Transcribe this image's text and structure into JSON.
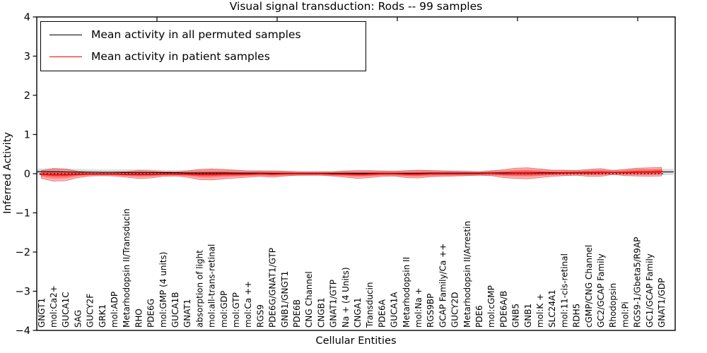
{
  "title": "Visual signal transduction: Rods -- 99 samples",
  "legend": {
    "items": [
      {
        "label": "Mean activity in all permuted samples",
        "color": "#000000"
      },
      {
        "label": "Mean activity in patient samples",
        "color": "#ff0000"
      }
    ]
  },
  "chart_data": {
    "type": "line",
    "title": "Visual signal transduction: Rods -- 99 samples",
    "xlabel": "Cellular Entities",
    "ylabel": "Inferred Activity",
    "ylim": [
      -4,
      4
    ],
    "yticks": [
      -4,
      -3,
      -2,
      -1,
      0,
      1,
      2,
      3,
      4
    ],
    "xticks": [
      10,
      20,
      30,
      40,
      50
    ],
    "grid": false,
    "legend_position": "upper left",
    "baseline": {
      "value": 0,
      "style": "dotted",
      "color": "#000000"
    },
    "categories": [
      "GNGT1",
      "mol:Ca2+",
      "GUCA1C",
      "SAG",
      "GUCY2F",
      "GRK1",
      "mol:ADP",
      "Metarhodopsin II/Transducin",
      "RHO",
      "PDE6G",
      "mol:GMP (4 units)",
      "GUCA1B",
      "GNAT1",
      "absorption of light",
      "mol:all-trans-retinal",
      "mol:GDP",
      "mol:GTP",
      "mol:Ca ++",
      "RGS9",
      "PDE6G/GNAT1/GTP",
      "GNB1/GNGT1",
      "PDE6B",
      "CNG Channel",
      "CNGB1",
      "GNAT1/GTP",
      "Na + (4 Units)",
      "CNGA1",
      "Transducin",
      "PDE6A",
      "GUCA1A",
      "Metarhodopsin II",
      "mol:Na +",
      "RGS9BP",
      "GCAP Family/Ca ++",
      "GUCY2D",
      "Metarhodopsin II/Arrestin",
      "PDE6",
      "mol:cGMP",
      "PDE6A/B",
      "GNB5",
      "GNB1",
      "mol:K +",
      "SLC24A1",
      "mol:11-cis-retinal",
      "RDH5",
      "cGMP/CNG Channel",
      "GC2/GCAP Family",
      "Rhodopsin",
      "mol:Pi",
      "RGS9-1/Gbeta5/R9AP",
      "GC1/GCAP Family",
      "GNAT1/GDP"
    ],
    "series": [
      {
        "name": "Mean activity in all permuted samples",
        "color": "#000000",
        "style": "solid",
        "band_color": "#bbbbbb",
        "values": [
          0.05,
          0.05,
          0.045,
          0.04,
          0.04,
          0.035,
          0.035,
          0.03,
          0.03,
          0.03,
          0.025,
          0.025,
          0.02,
          0.02,
          0.02,
          0.02,
          0.015,
          0.015,
          0.015,
          0.01,
          0.01,
          0.01,
          0.01,
          0.01,
          0.01,
          0.01,
          0.01,
          0.01,
          0.01,
          0.01,
          0.01,
          0.01,
          0.015,
          0.015,
          0.015,
          0.015,
          0.015,
          0.02,
          0.02,
          0.02,
          0.02,
          0.025,
          0.025,
          0.025,
          0.03,
          0.03,
          0.03,
          0.035,
          0.035,
          0.04,
          0.04,
          0.045
        ],
        "band_halfwidth": [
          0.08,
          0.09,
          0.08,
          0.08,
          0.07,
          0.07,
          0.07,
          0.08,
          0.08,
          0.08,
          0.07,
          0.07,
          0.07,
          0.08,
          0.08,
          0.08,
          0.08,
          0.07,
          0.07,
          0.07,
          0.07,
          0.07,
          0.06,
          0.06,
          0.07,
          0.07,
          0.07,
          0.07,
          0.07,
          0.07,
          0.07,
          0.08,
          0.08,
          0.07,
          0.07,
          0.07,
          0.06,
          0.07,
          0.07,
          0.08,
          0.08,
          0.08,
          0.07,
          0.07,
          0.07,
          0.07,
          0.07,
          0.07,
          0.07,
          0.08,
          0.08,
          0.08
        ]
      },
      {
        "name": "Mean activity in patient samples",
        "color": "#ff0000",
        "style": "solid",
        "band_color": "#ff0000",
        "values": [
          -0.02,
          -0.03,
          -0.03,
          -0.02,
          -0.01,
          -0.01,
          -0.01,
          -0.02,
          -0.02,
          -0.02,
          -0.01,
          -0.01,
          -0.01,
          -0.02,
          -0.02,
          -0.01,
          -0.01,
          -0.01,
          0.0,
          -0.01,
          0.0,
          0.0,
          0.0,
          0.0,
          -0.01,
          -0.01,
          -0.02,
          -0.01,
          0.0,
          0.0,
          -0.01,
          -0.01,
          0.0,
          0.0,
          0.0,
          0.0,
          0.0,
          0.01,
          0.0,
          0.01,
          0.01,
          0.01,
          0.01,
          0.02,
          0.02,
          0.02,
          0.03,
          0.03,
          0.03,
          0.04,
          0.04,
          0.05
        ],
        "band_halfwidth": [
          0.1,
          0.16,
          0.15,
          0.08,
          0.05,
          0.04,
          0.05,
          0.07,
          0.1,
          0.09,
          0.06,
          0.05,
          0.08,
          0.13,
          0.14,
          0.12,
          0.1,
          0.08,
          0.07,
          0.08,
          0.06,
          0.04,
          0.04,
          0.04,
          0.05,
          0.08,
          0.1,
          0.09,
          0.07,
          0.06,
          0.09,
          0.1,
          0.08,
          0.07,
          0.06,
          0.05,
          0.04,
          0.06,
          0.1,
          0.13,
          0.14,
          0.11,
          0.08,
          0.07,
          0.06,
          0.09,
          0.1,
          0.05,
          0.08,
          0.1,
          0.11,
          0.11
        ]
      }
    ]
  }
}
